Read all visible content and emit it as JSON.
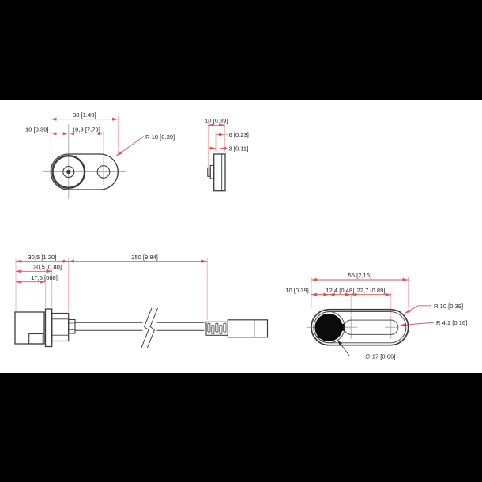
{
  "colors": {
    "background": "#000000",
    "sheet": "#ffffff",
    "outline": "#3d3d3d",
    "centerline": "#999999",
    "extension_line": "#f0a2a2",
    "dimension_line": "#d95757",
    "text": "#1c1c1c"
  },
  "views": {
    "front_view": {
      "dims": {
        "overall_width": "38 [1.49]",
        "hole_edge_offset": "10 [0.39]",
        "hole_spacing": "19,8 [7,79]",
        "corner_radius": "R 10 [0.39]"
      }
    },
    "side_view": {
      "dims": {
        "overall_thickness": "10 [0.39]",
        "plate_thickness": "6 [0.23]",
        "step_thickness": "3 [0.11]"
      }
    },
    "cable_assembly_view": {
      "dims": {
        "connector_length": "30,5 [1.20]",
        "body_length": "20,5 [0.80]",
        "front_length": "17,5 [068]",
        "cable_length": "250 [9.84]"
      }
    },
    "back_plate_view": {
      "dims": {
        "overall_width": "55 [2,16]",
        "edge_to_hole": "10 [0.39]",
        "hole_to_slot": "12,4 [0.48]",
        "slot_length": "22,7 [0.89]",
        "corner_radius": "R 10 [0.39]",
        "slot_radius": "R 4,1 [0.16]",
        "hole_diameter": "∅ 17 [0.66]"
      }
    }
  }
}
